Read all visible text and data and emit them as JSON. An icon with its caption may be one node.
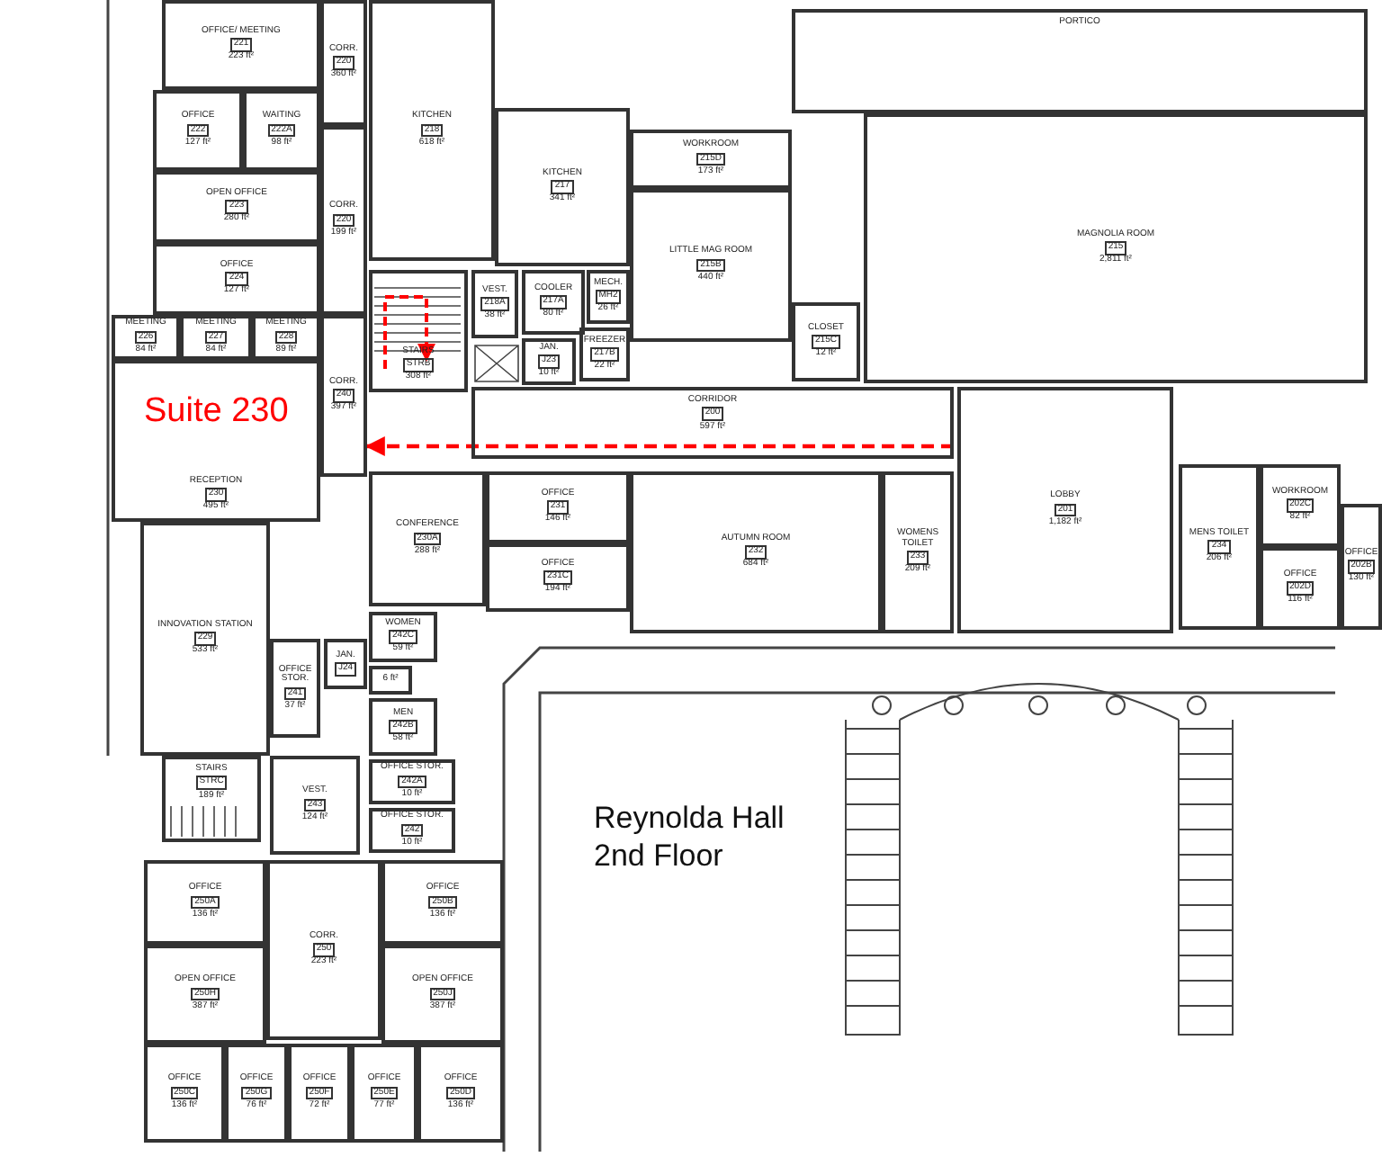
{
  "diagram": {
    "title": "Reynolda Hall 2nd Floor",
    "nodes": [
      {
        "text": [
          "OFFICE/ MEETING",
          "221",
          "223 ft²"
        ]
      },
      {
        "text": [
          "CORR.",
          "220",
          "360 ft²"
        ]
      },
      {
        "text": [
          "OFFICE",
          "222",
          "127 ft²"
        ]
      },
      {
        "text": [
          "WAITING",
          "222A",
          "98 ft²"
        ]
      },
      {
        "text": [
          "CORR.",
          "220",
          "199 ft²"
        ]
      },
      {
        "text": [
          "OPEN OFFICE",
          "223",
          "280 ft²"
        ]
      },
      {
        "text": [
          "OFFICE",
          "224",
          "127 ft²"
        ]
      },
      {
        "text": [
          "MEETING",
          "226",
          "84 ft²"
        ]
      },
      {
        "text": [
          "MEETING",
          "227",
          "84 ft²"
        ]
      },
      {
        "text": [
          "MEETING",
          "228",
          "89 ft²"
        ]
      },
      {
        "text": [
          "KITCHEN",
          "218",
          "618 ft²"
        ]
      },
      {
        "text": [
          "KITCHEN",
          "217",
          "341 ft²"
        ]
      },
      {
        "text": [
          "PORTICO"
        ]
      },
      {
        "text": [
          "WORKROOM",
          "215D",
          "173 ft²"
        ]
      },
      {
        "text": [
          "LITTLE MAG ROOM",
          "215B",
          "440 ft²"
        ]
      },
      {
        "text": [
          "MAGNOLIA ROOM",
          "215",
          "2,811 ft²"
        ]
      },
      {
        "text": [
          "CLOSET",
          "215C",
          "12 ft²"
        ]
      },
      {
        "text": [
          "VEST.",
          "218A",
          "38 ft²"
        ]
      },
      {
        "text": [
          "COOLER",
          "217A",
          "80 ft²"
        ]
      },
      {
        "text": [
          "MECH.",
          "MH2",
          "26 ft²"
        ]
      },
      {
        "text": [
          "FREEZER",
          "217B",
          "22 ft²"
        ]
      },
      {
        "text": [
          "JAN.",
          "J23",
          "10 ft²"
        ]
      },
      {
        "text": [
          "STAIRS",
          "STRB",
          "308 ft²"
        ]
      },
      {
        "text": [
          "CORRIDOR",
          "200",
          "597 ft²"
        ]
      },
      {
        "text": [
          "RECEPTION",
          "230",
          "495 ft²"
        ]
      },
      {
        "text": [
          "CORR.",
          "240",
          "397 ft²"
        ]
      },
      {
        "text": [
          "CONFERENCE",
          "230A",
          "288 ft²"
        ]
      },
      {
        "text": [
          "OFFICE",
          "231",
          "146 ft²"
        ]
      },
      {
        "text": [
          "OFFICE",
          "231C",
          "194 ft²"
        ]
      },
      {
        "text": [
          "AUTUMN ROOM",
          "232",
          "684 ft²"
        ]
      },
      {
        "text": [
          "WOMENS TOILET",
          "233",
          "209 ft²"
        ]
      },
      {
        "text": [
          "LOBBY",
          "201",
          "1,182 ft²"
        ]
      },
      {
        "text": [
          "MENS TOILET",
          "234",
          "206 ft²"
        ]
      },
      {
        "text": [
          "WORKROOM",
          "202C",
          "82 ft²"
        ]
      },
      {
        "text": [
          "OFFICE",
          "202D",
          "116 ft²"
        ]
      },
      {
        "text": [
          "OFFICE",
          "202B",
          "130 ft²"
        ]
      },
      {
        "text": [
          "INNOVATION STATION",
          "229",
          "533 ft²"
        ]
      },
      {
        "text": [
          "OFFICE STOR.",
          "241",
          "37 ft²"
        ]
      },
      {
        "text": [
          "JAN.",
          "J24"
        ]
      },
      {
        "text": [
          "WOMEN",
          "242C",
          "59 ft²"
        ]
      },
      {
        "text": [
          "6 ft²"
        ]
      },
      {
        "text": [
          "MEN",
          "242B",
          "58 ft²"
        ]
      },
      {
        "text": [
          "OFFICE STOR.",
          "242A",
          "10 ft²"
        ]
      },
      {
        "text": [
          "OFFICE STOR.",
          "242",
          "10 ft²"
        ]
      },
      {
        "text": [
          "STAIRS",
          "STRC",
          "189 ft²"
        ]
      },
      {
        "text": [
          "VEST.",
          "243",
          "124 ft²"
        ]
      },
      {
        "text": [
          "CORR.",
          "250",
          "223 ft²"
        ]
      },
      {
        "text": [
          "OFFICE",
          "250A",
          "136 ft²"
        ]
      },
      {
        "text": [
          "OFFICE",
          "250B",
          "136 ft²"
        ]
      },
      {
        "text": [
          "OPEN OFFICE",
          "250H",
          "387 ft²"
        ]
      },
      {
        "text": [
          "OPEN OFFICE",
          "250J",
          "387 ft²"
        ]
      },
      {
        "text": [
          "OFFICE",
          "250C",
          "136 ft²"
        ]
      },
      {
        "text": [
          "OFFICE",
          "250G",
          "76 ft²"
        ]
      },
      {
        "text": [
          "OFFICE",
          "250F",
          "72 ft²"
        ]
      },
      {
        "text": [
          "OFFICE",
          "250E",
          "77 ft²"
        ]
      },
      {
        "text": [
          "OFFICE",
          "250D",
          "136 ft²"
        ]
      }
    ],
    "edges": [
      {
        "from": 23,
        "to": 25,
        "arrow": "to",
        "style": "dashed",
        "color": "#ff0000"
      }
    ],
    "labels": [
      "Suite 230"
    ]
  }
}
